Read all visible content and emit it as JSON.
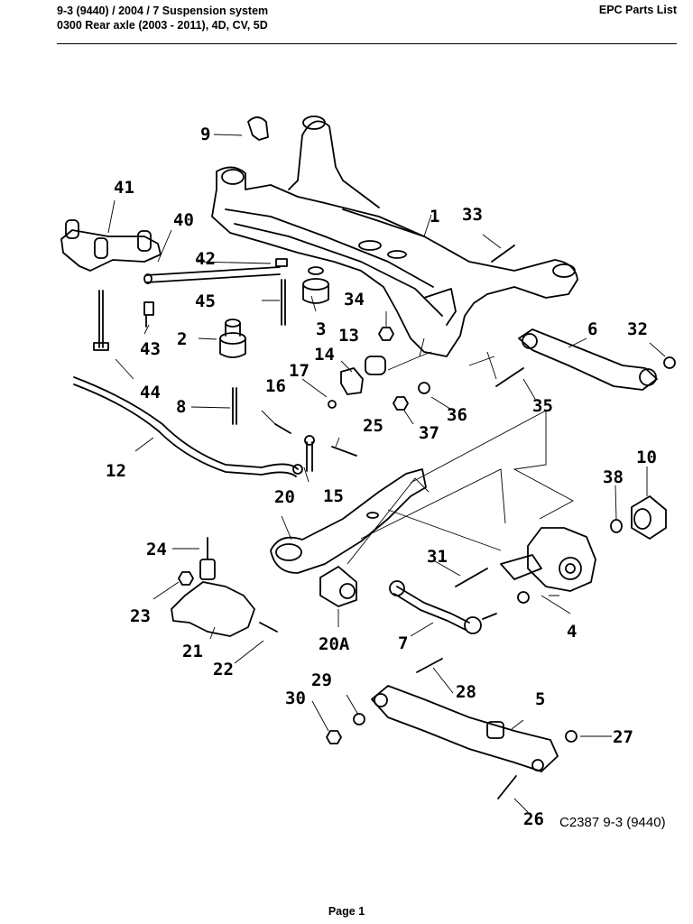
{
  "header": {
    "line1": "9-3 (9440) / 2004 / 7 Suspension system",
    "line2": "0300 Rear axle   (2003 - 2011), 4D, CV, 5D",
    "doc_type": "EPC Parts List"
  },
  "diagram": {
    "reference": "C2387 9-3 (9440)",
    "callouts": [
      "1",
      "2",
      "3",
      "4",
      "5",
      "6",
      "7",
      "8",
      "9",
      "10",
      "12",
      "13",
      "14",
      "15",
      "16",
      "17",
      "20",
      "20A",
      "21",
      "22",
      "23",
      "24",
      "25",
      "26",
      "27",
      "28",
      "29",
      "30",
      "31",
      "32",
      "33",
      "34",
      "35",
      "36",
      "37",
      "38",
      "40",
      "41",
      "42",
      "43",
      "44",
      "45"
    ]
  },
  "footer": {
    "page": "Page 1"
  }
}
